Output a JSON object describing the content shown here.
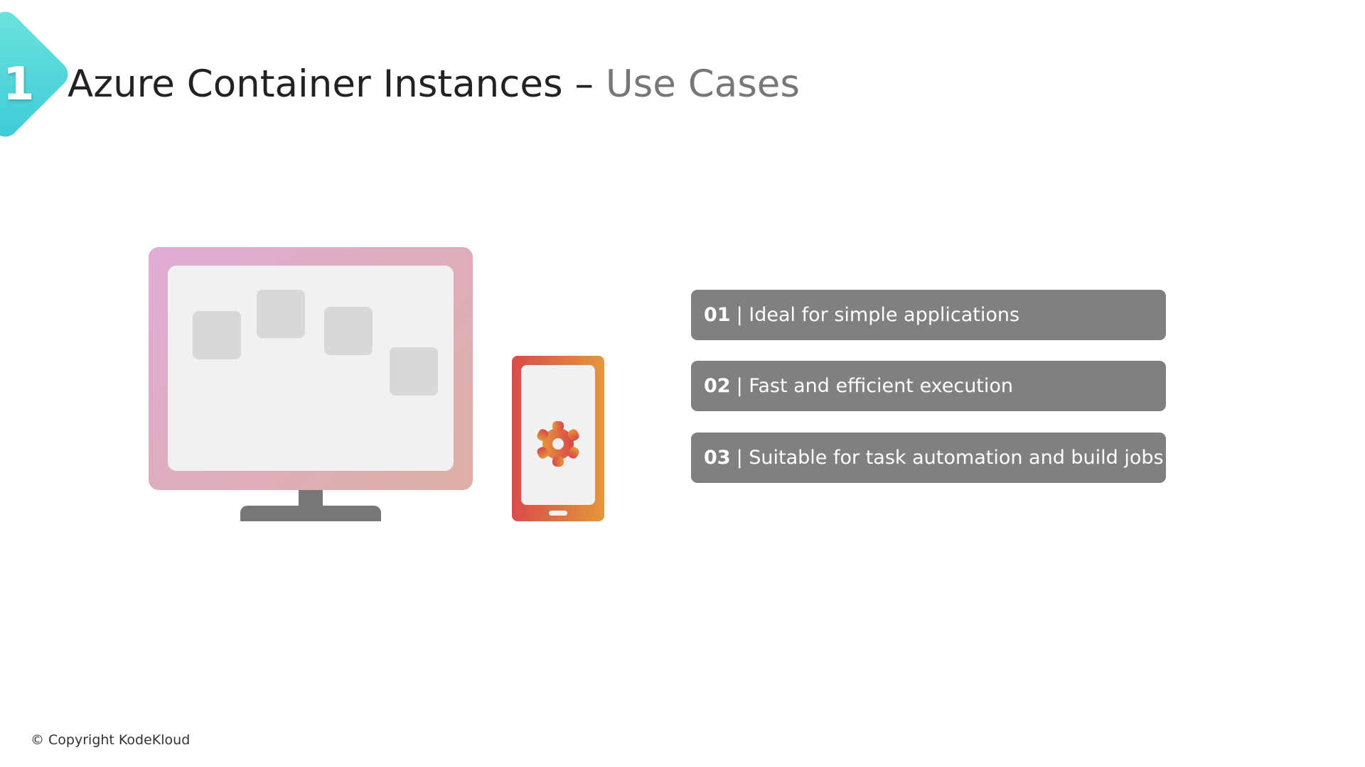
{
  "slide": {
    "number": "1",
    "title_main": "Azure Container Instances –",
    "title_sub": "Use Cases"
  },
  "items": [
    {
      "num": "01",
      "sep": "|",
      "text": "Ideal for simple applications"
    },
    {
      "num": "02",
      "sep": "|",
      "text": "Fast and efficient execution"
    },
    {
      "num": "03",
      "sep": "|",
      "text": "Suitable for task automation and build jobs"
    }
  ],
  "footer": {
    "copyright": "© Copyright KodeKloud"
  },
  "colors": {
    "bar": "#808080",
    "badge": "#3ccbd9"
  }
}
